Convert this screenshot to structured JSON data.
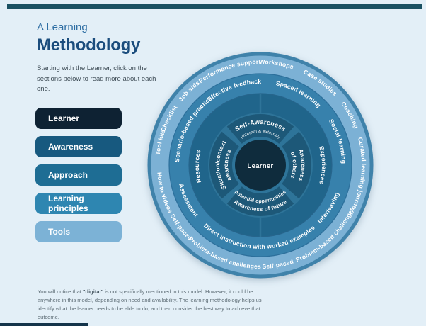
{
  "page": {
    "background": "#E3EFF7",
    "topbar_color": "#1A5162",
    "bottombar_color": "#14344A"
  },
  "header": {
    "eyebrow": "A Learning",
    "title": "Methodology",
    "description": "Starting with the Learner, click on the sections below to read more about each one."
  },
  "sidebar": {
    "items": [
      {
        "label": "Learner",
        "color": "#0E2233"
      },
      {
        "label": "Awareness",
        "color": "#17597F"
      },
      {
        "label": "Approach",
        "color": "#1E6D94"
      },
      {
        "label": "Learning principles",
        "color": "#2E86B1"
      },
      {
        "label": "Tools",
        "color": "#7CB2D6"
      }
    ]
  },
  "diagram": {
    "center_label": "Learner",
    "awareness": {
      "top_line1": "Self-Awareness",
      "top_line2": "(internal & external)",
      "right_line1": "Awareness",
      "right_line2": "of others",
      "bottom_line1": "Awareness of future",
      "bottom_line2": "potential opportunities",
      "left_line1": "Situation/context",
      "left_line2": "awareness"
    },
    "approach": {
      "left": "Resources",
      "right": "Experiences"
    },
    "principles": {
      "labels": [
        "Scenario-based practice",
        "Effective feedback",
        "Spaced learning",
        "Social learning",
        "Interleaving",
        "Direct instruction with worked examples",
        "Assessment"
      ]
    },
    "tools": {
      "labels": [
        "Tool kits",
        "Checklist",
        "Job aids",
        "Performance support",
        "Workshops",
        "Case studies",
        "Coaching",
        "Curated learning journeys",
        "Problem-based challenges",
        "Self-paced",
        "Problem-based challenges",
        "Self-paced",
        "How to videos"
      ]
    },
    "colors": {
      "tools_ring": "#7CB1D5",
      "principles_ring": "#3781AC",
      "approach_ring": "#20658B",
      "awareness_ring": "#1D5878",
      "awareness_gap": "#2E7499",
      "center": "#0F2C3D",
      "rim": "#3F82AA"
    }
  },
  "footnote": {
    "pre": "You will notice that ",
    "bold": "\"digital\"",
    "post": " is not specifically mentioned in this model. However, it could be anywhere in this model, depending on need and availability. The learning methodology helps us identify what the learner needs to be able to do, and then consider the best way to achieve that outcome."
  }
}
